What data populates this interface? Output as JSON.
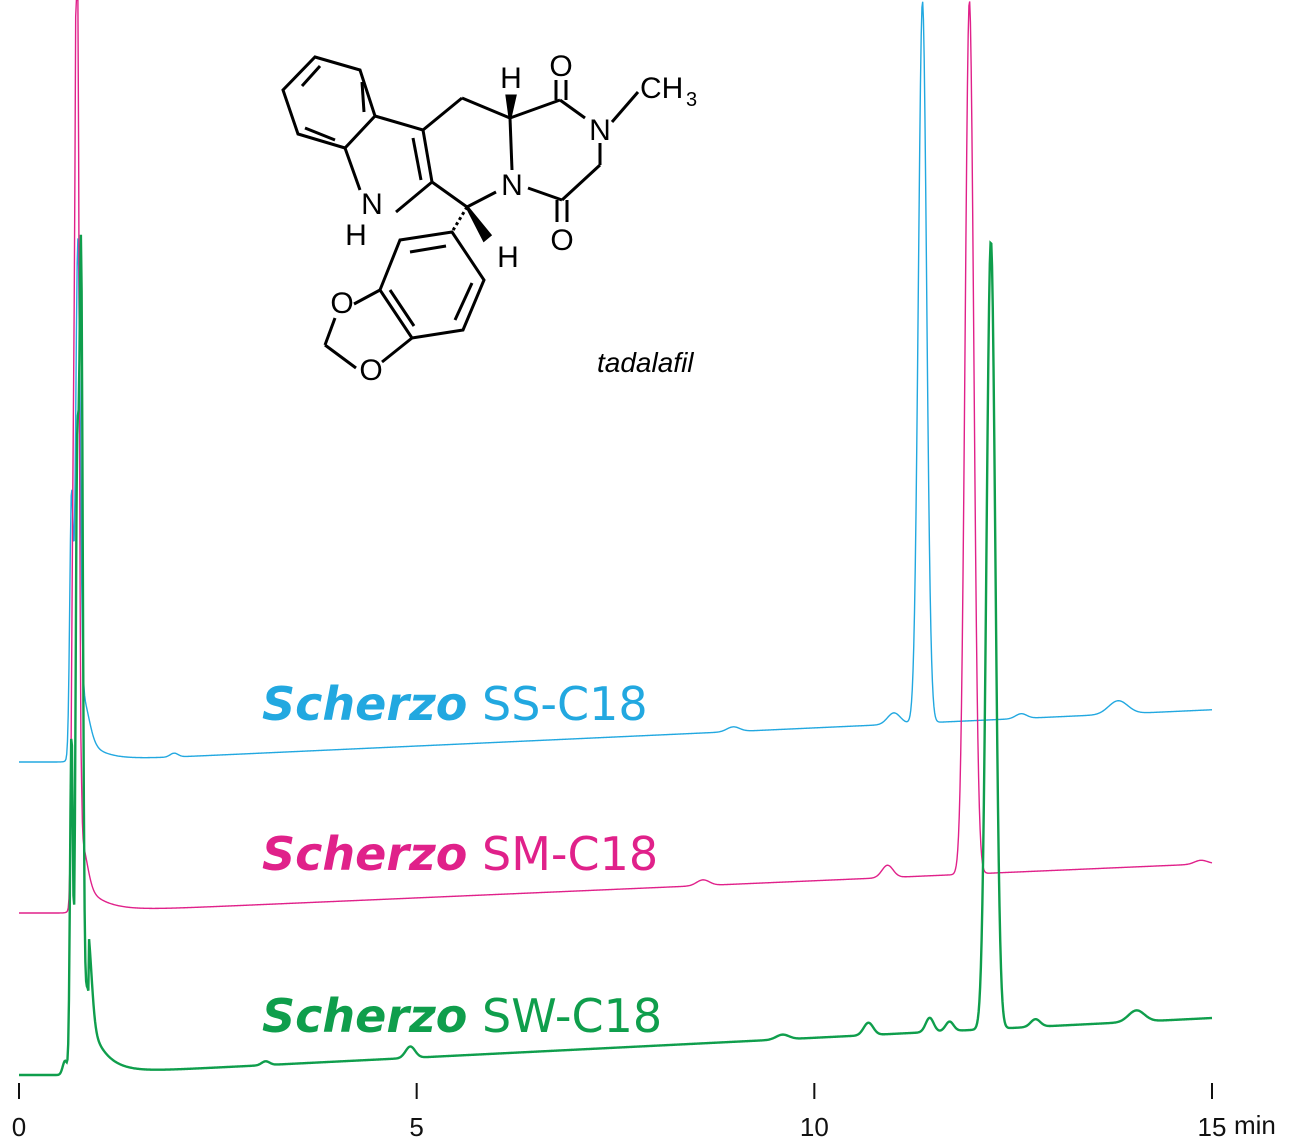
{
  "chart_data": {
    "type": "line",
    "xlabel": "",
    "x_unit": "min",
    "ylabel": "",
    "xlim": [
      0,
      15
    ],
    "xticks": [
      0,
      5,
      10,
      15
    ],
    "grid": false,
    "annotation": {
      "molecule_label": "tadalafil",
      "atoms": {
        "h_top": "H",
        "o_top": "O",
        "n_methyl": "N",
        "ch": "CH",
        "sub3": "3",
        "n_ring": "N",
        "o_bottom": "O",
        "h_bottom": "H",
        "nh_n": "N",
        "nh_h": "H",
        "o_dioxole_1": "O",
        "o_dioxole_2": "O"
      }
    },
    "series": [
      {
        "brand": "Scherzo",
        "suffix": " SS-C18",
        "color": "#22a8e0",
        "baseline": 0.05,
        "drift": 0.055,
        "peaks": [
          {
            "t": 0.66,
            "h": 0.27,
            "w": 0.022
          },
          {
            "t": 0.74,
            "h": 0.52,
            "w": 0.028
          },
          {
            "t": 0.8,
            "h": 0.04,
            "w": 0.08
          },
          {
            "t": 1.95,
            "h": 0.004,
            "w": 0.05
          },
          {
            "t": 8.98,
            "h": 0.005,
            "w": 0.08
          },
          {
            "t": 11.0,
            "h": 0.012,
            "w": 0.08
          },
          {
            "t": 11.36,
            "h": 0.76,
            "w": 0.052
          },
          {
            "t": 12.6,
            "h": 0.005,
            "w": 0.07
          },
          {
            "t": 13.82,
            "h": 0.014,
            "w": 0.12
          }
        ],
        "tail": {
          "t": 0.76,
          "h": 0.035,
          "tau": 0.22
        }
      },
      {
        "brand": "Scherzo",
        "suffix": " SM-C18",
        "color": "#e0218a",
        "baseline": 0.0,
        "drift": 0.052,
        "peaks": [
          {
            "t": 0.68,
            "h": 0.35,
            "w": 0.02
          },
          {
            "t": 0.73,
            "h": 1.08,
            "w": 0.024
          },
          {
            "t": 0.79,
            "h": 0.04,
            "w": 0.07
          },
          {
            "t": 8.6,
            "h": 0.006,
            "w": 0.08
          },
          {
            "t": 10.92,
            "h": 0.013,
            "w": 0.07
          },
          {
            "t": 11.95,
            "h": 0.92,
            "w": 0.055
          },
          {
            "t": 14.86,
            "h": 0.004,
            "w": 0.08
          }
        ],
        "tail": {
          "t": 0.78,
          "h": 0.035,
          "tau": 0.25
        }
      },
      {
        "brand": "Scherzo",
        "suffix": " SW-C18",
        "color": "#0f9e4c",
        "baseline": -0.12,
        "drift": 0.06,
        "peaks": [
          {
            "t": 0.58,
            "h": 0.015,
            "w": 0.03
          },
          {
            "t": 0.66,
            "h": 0.36,
            "w": 0.018
          },
          {
            "t": 0.73,
            "h": 0.6,
            "w": 0.02
          },
          {
            "t": 0.78,
            "h": 0.83,
            "w": 0.022
          },
          {
            "t": 0.86,
            "h": 0.09,
            "w": 0.05
          },
          {
            "t": 3.1,
            "h": 0.004,
            "w": 0.05
          },
          {
            "t": 4.92,
            "h": 0.012,
            "w": 0.06
          },
          {
            "t": 9.6,
            "h": 0.005,
            "w": 0.08
          },
          {
            "t": 10.68,
            "h": 0.013,
            "w": 0.06
          },
          {
            "t": 11.45,
            "h": 0.015,
            "w": 0.05
          },
          {
            "t": 11.7,
            "h": 0.01,
            "w": 0.05
          },
          {
            "t": 12.22,
            "h": 0.83,
            "w": 0.056
          },
          {
            "t": 12.78,
            "h": 0.008,
            "w": 0.06
          },
          {
            "t": 14.05,
            "h": 0.012,
            "w": 0.1
          }
        ],
        "tail": {
          "t": 0.88,
          "h": 0.06,
          "tau": 0.2
        }
      }
    ]
  }
}
